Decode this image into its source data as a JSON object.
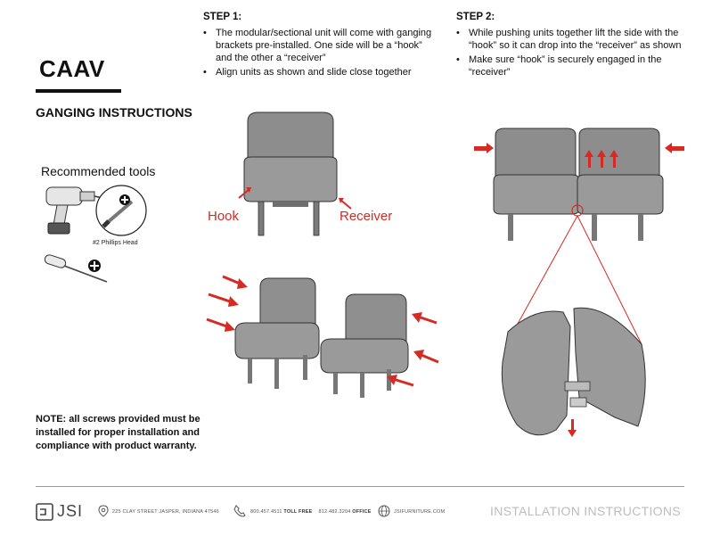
{
  "header": {
    "product": "CAAV",
    "subtitle": "GANGING INSTRUCTIONS"
  },
  "tools": {
    "label": "Recommended tools",
    "bit_label": "#2 Phillips Head"
  },
  "step1": {
    "heading": "STEP 1:",
    "bullets": [
      "The modular/sectional unit will come with ganging brackets pre-installed. One side will be a “hook” and the other a “receiver”",
      "Align units as shown and slide close together"
    ],
    "callouts": {
      "hook": "Hook",
      "receiver": "Receiver"
    }
  },
  "step2": {
    "heading": "STEP 2:",
    "bullets": [
      "While pushing units together lift the side with the “hook” so it can drop into the “receiver” as shown",
      "Make sure “hook” is securely engaged in the “receiver”"
    ]
  },
  "note": "NOTE: all screws provided must be installed for proper installation and compliance with product warranty.",
  "footer": {
    "brand": "JSI",
    "address": "225 CLAY STREET  JASPER, INDIANA 47546",
    "phone_toll_free": "800.457.4511",
    "toll_free_label": "TOLL FREE",
    "phone_office": "812.482.3204",
    "office_label": "OFFICE",
    "website": "JSIFURNITURE.COM",
    "doc_type": "INSTALLATION INSTRUCTIONS"
  },
  "colors": {
    "accent_red": "#d62a24",
    "chair_gray": "#8a8a8a",
    "text": "#111111"
  }
}
